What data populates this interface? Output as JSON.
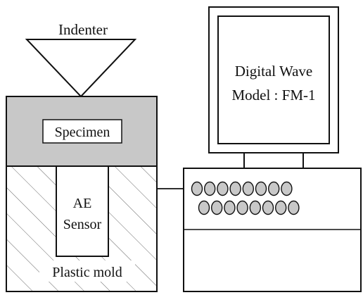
{
  "labels": {
    "indenter": "Indenter",
    "specimen": "Specimen",
    "ae_sensor_line1": "AE",
    "ae_sensor_line2": "Sensor",
    "plastic_mold": "Plastic mold",
    "monitor_line1": "Digital Wave",
    "monitor_line2": "Model : FM-1"
  },
  "colors": {
    "specimen_fill": "#c8c8c8",
    "stroke": "#111111",
    "hatch": "#555555",
    "background": "#ffffff"
  },
  "indicator_lights": {
    "row1_count": 8,
    "row2_count": 8
  }
}
